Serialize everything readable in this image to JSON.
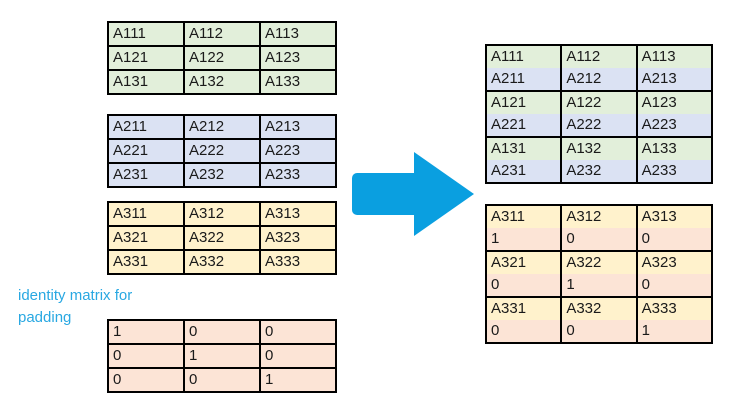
{
  "colors": {
    "green": "#e2efda",
    "blue": "#dbe2f3",
    "yellow": "#fff2cc",
    "orange": "#fce4d6",
    "accent": "#29a8e2",
    "arrow": "#0a9fe0",
    "border": "#000000",
    "text": "#1a1a1a"
  },
  "annotation": {
    "line1": "identity matrix for",
    "line2": "padding"
  },
  "t1": {
    "rows": [
      [
        "A111",
        "A112",
        "A113"
      ],
      [
        "A121",
        "A122",
        "A123"
      ],
      [
        "A131",
        "A132",
        "A133"
      ]
    ]
  },
  "t2": {
    "rows": [
      [
        "A211",
        "A212",
        "A213"
      ],
      [
        "A221",
        "A222",
        "A223"
      ],
      [
        "A231",
        "A232",
        "A233"
      ]
    ]
  },
  "t3": {
    "rows": [
      [
        "A311",
        "A312",
        "A313"
      ],
      [
        "A321",
        "A322",
        "A323"
      ],
      [
        "A331",
        "A332",
        "A333"
      ]
    ]
  },
  "t4": {
    "rows": [
      [
        "1",
        "0",
        "0"
      ],
      [
        "0",
        "1",
        "0"
      ],
      [
        "0",
        "0",
        "1"
      ]
    ]
  },
  "r1": {
    "cells": [
      [
        [
          "A111",
          "A211"
        ],
        [
          "A112",
          "A212"
        ],
        [
          "A113",
          "A213"
        ]
      ],
      [
        [
          "A121",
          "A221"
        ],
        [
          "A122",
          "A222"
        ],
        [
          "A123",
          "A223"
        ]
      ],
      [
        [
          "A131",
          "A231"
        ],
        [
          "A132",
          "A232"
        ],
        [
          "A133",
          "A233"
        ]
      ]
    ]
  },
  "r2": {
    "cells": [
      [
        [
          "A311",
          "1"
        ],
        [
          "A312",
          "0"
        ],
        [
          "A313",
          "0"
        ]
      ],
      [
        [
          "A321",
          "0"
        ],
        [
          "A322",
          "1"
        ],
        [
          "A323",
          "0"
        ]
      ],
      [
        [
          "A331",
          "0"
        ],
        [
          "A332",
          "0"
        ],
        [
          "A333",
          "1"
        ]
      ]
    ]
  }
}
